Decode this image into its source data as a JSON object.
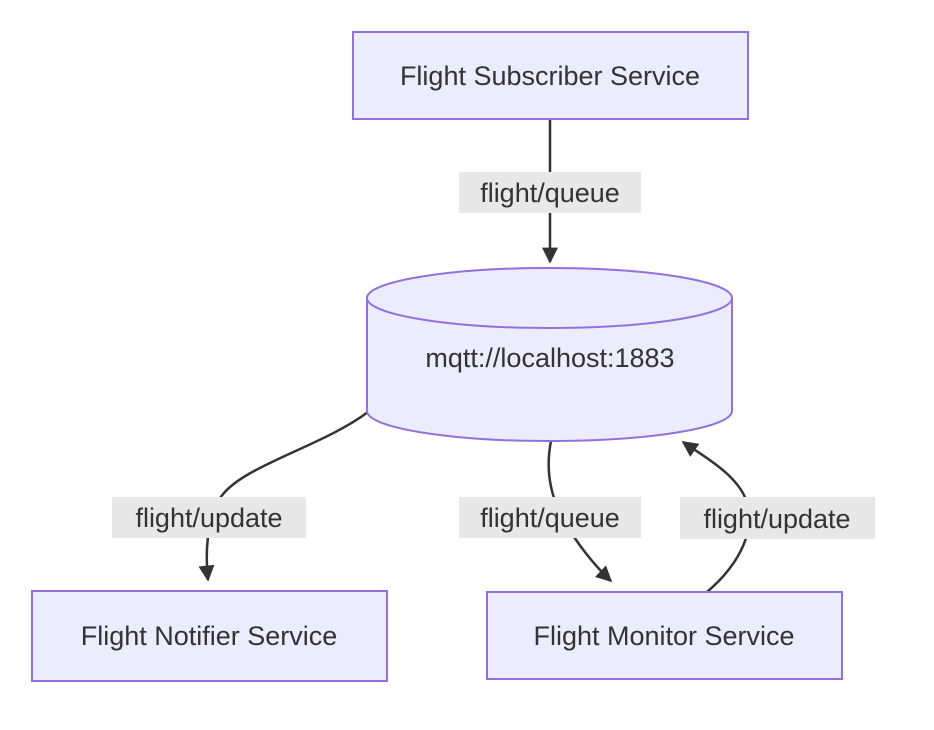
{
  "diagram": {
    "type": "flowchart",
    "colors": {
      "background": "#ffffff",
      "node_fill": "#ECECFF",
      "node_border": "#9370DB",
      "edge_stroke": "#333333",
      "edge_label_background": "#e8e8e8",
      "text": "#333333"
    },
    "nodes": {
      "subscriber": {
        "label": "Flight Subscriber Service",
        "shape": "rectangle"
      },
      "broker": {
        "label": "mqtt://localhost:1883",
        "shape": "cylinder"
      },
      "notifier": {
        "label": "Flight Notifier Service",
        "shape": "rectangle"
      },
      "monitor": {
        "label": "Flight Monitor Service",
        "shape": "rectangle"
      }
    },
    "edges": [
      {
        "from": "subscriber",
        "to": "broker",
        "label": "flight/queue"
      },
      {
        "from": "broker",
        "to": "notifier",
        "label": "flight/update"
      },
      {
        "from": "broker",
        "to": "monitor",
        "label": "flight/queue"
      },
      {
        "from": "monitor",
        "to": "broker",
        "label": "flight/update"
      }
    ]
  }
}
